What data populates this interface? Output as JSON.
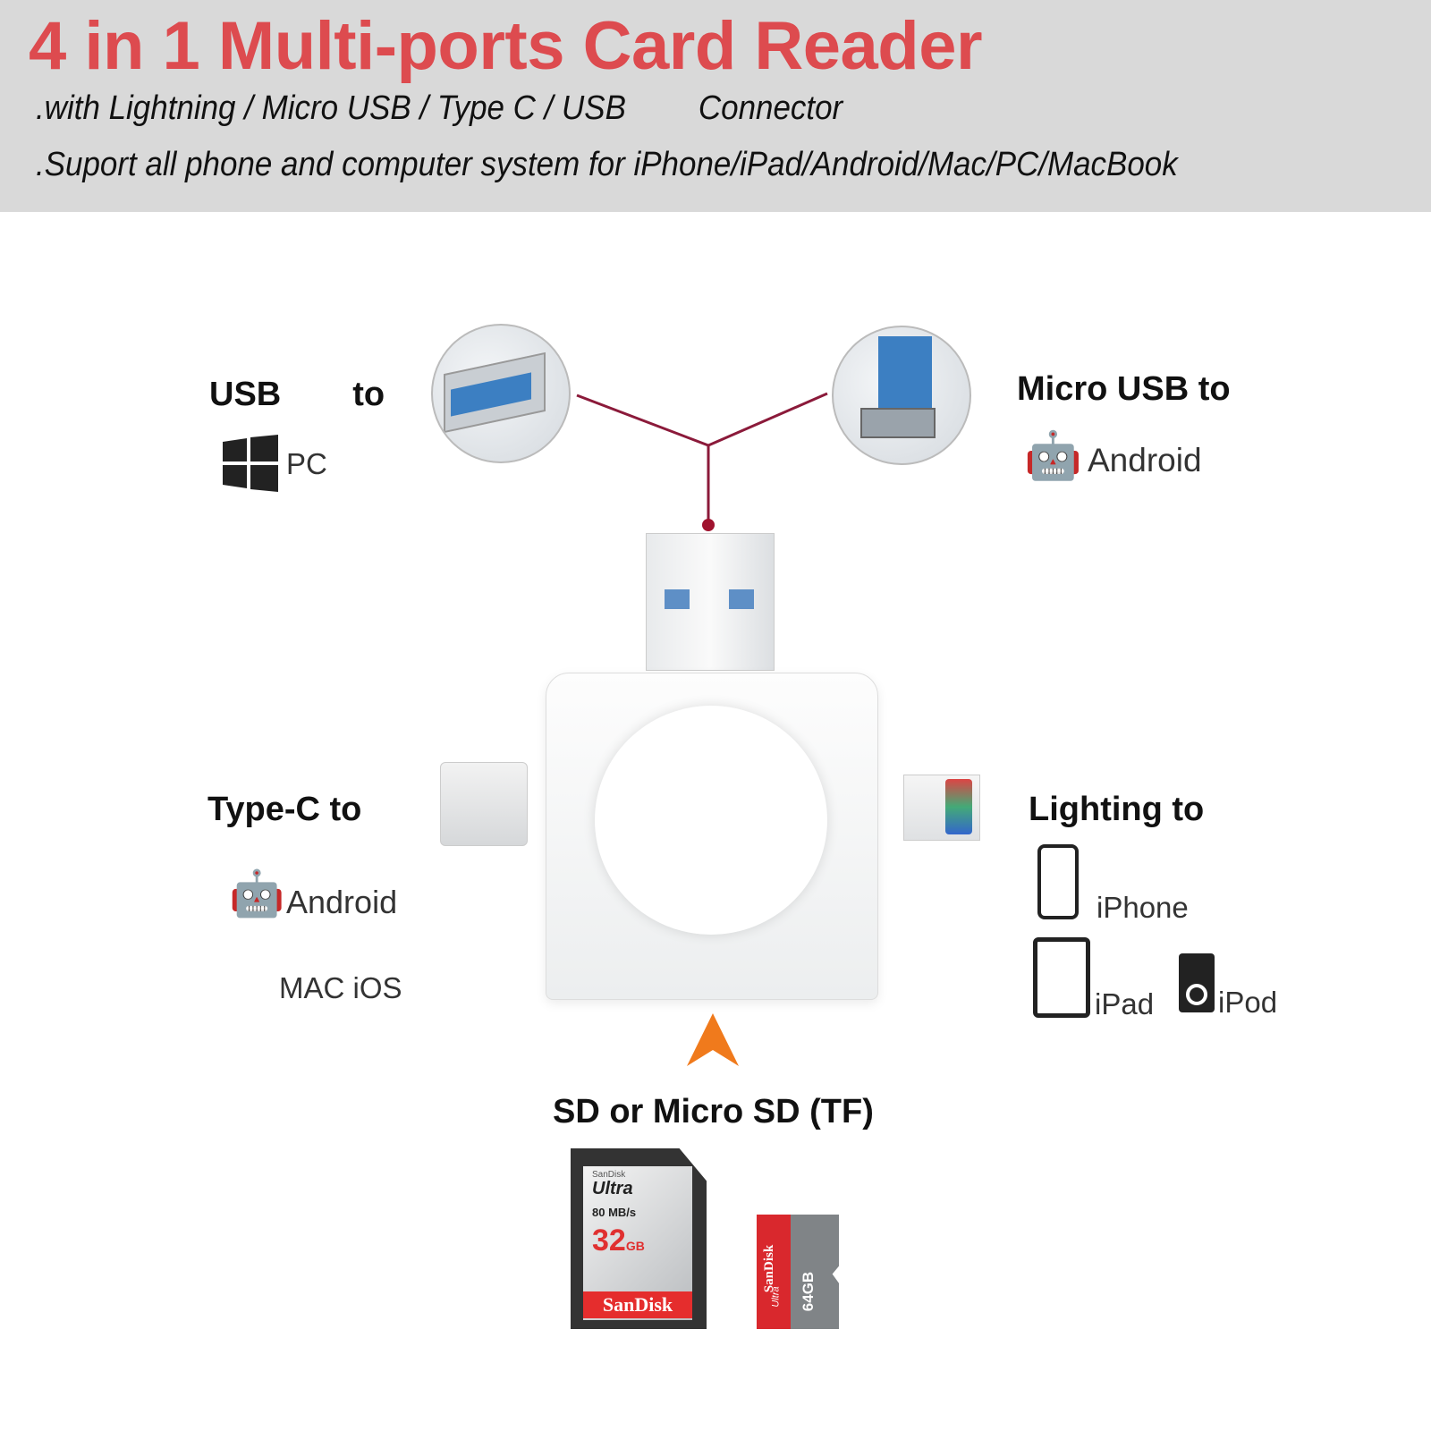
{
  "header": {
    "title": "4 in 1 Multi-ports Card Reader",
    "line1_a": ".with Lightning / Micro USB / Type C / USB",
    "line1_b": "Connector",
    "line2": ".Suport all phone and computer system for iPhone/iPad/Android/Mac/PC/MacBook"
  },
  "ports": {
    "usb": {
      "label_a": "USB",
      "label_b": "to",
      "os": [
        "PC"
      ]
    },
    "micro_usb": {
      "label": "Micro USB to",
      "os": [
        "Android"
      ]
    },
    "type_c": {
      "label": "Type-C to",
      "os": [
        "Android",
        "MAC iOS"
      ]
    },
    "lightning": {
      "label": "Lighting to",
      "os": [
        "iPhone",
        "iPad",
        "iPod"
      ]
    }
  },
  "cards": {
    "label": "SD or Micro SD (TF)",
    "sd": {
      "brand_small": "SanDisk",
      "line": "Ultra",
      "speed": "80 MB/s",
      "capacity": "32",
      "unit": "GB",
      "brand": "SanDisk"
    },
    "micro": {
      "brand": "SanDisk",
      "line": "Ultra",
      "capacity": "64GB"
    }
  },
  "colors": {
    "title": "#dd4b4f",
    "connector_line": "#8b1a3a",
    "arrow": "#f07a1c"
  }
}
